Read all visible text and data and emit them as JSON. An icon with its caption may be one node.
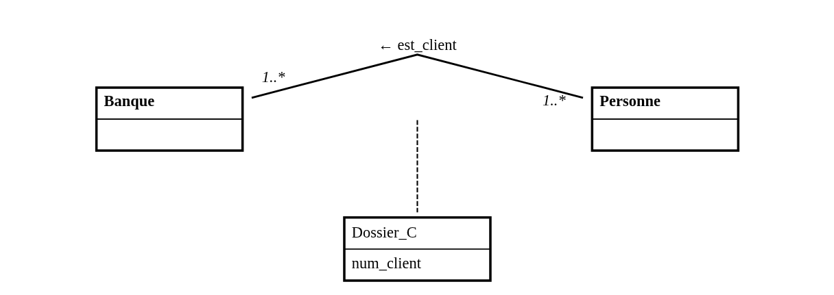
{
  "diagram": {
    "nodes": [
      {
        "text": [
          "Banque"
        ]
      },
      {
        "text": [
          "Personne"
        ]
      },
      {
        "text": [
          "Dossier_C",
          "num_client"
        ]
      }
    ],
    "edges": [
      {
        "from": 0,
        "to": 1,
        "arrow": "none",
        "label": "← est_client"
      },
      {
        "from": 2,
        "to": null,
        "arrow": "none",
        "style": "dashed"
      }
    ],
    "labels": [
      "1..*",
      "1..*"
    ]
  }
}
